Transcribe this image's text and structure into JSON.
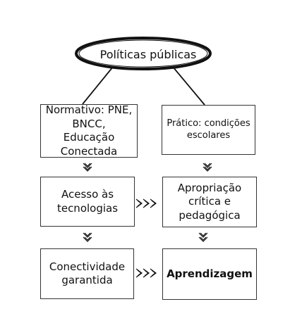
{
  "root": {
    "label": "Políticas públicas"
  },
  "boxes": {
    "normativo": "Normativo: PNE, BNCC, Educação Conectada",
    "pratico": "Prático: condições escolares",
    "acesso": "Acesso às tecnologias",
    "apropriacao": "Apropriação crítica e pedagógica",
    "conectividade": "Conectividade garantida",
    "aprendizagem": "Aprendizagem"
  },
  "colors": {
    "border": "#333333",
    "text": "#111111",
    "background": "#ffffff"
  }
}
